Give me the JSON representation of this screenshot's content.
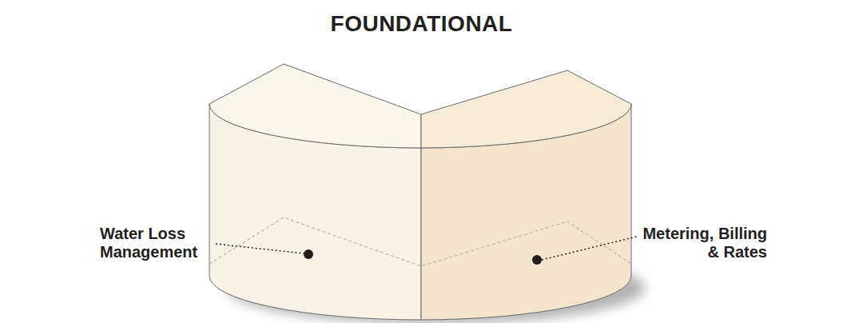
{
  "diagram": {
    "title": "FOUNDATIONAL",
    "labels": [
      "Water Loss Management",
      "Metering, Billing & Rates"
    ]
  }
}
